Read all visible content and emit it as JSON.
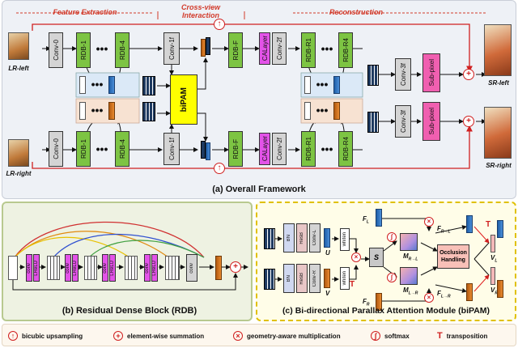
{
  "panel_a": {
    "stage_feature": "Feature Extraction",
    "stage_cross": "Cross-view Interaction",
    "stage_recon": "Reconstruction",
    "caption": "(a) Overall Framework",
    "lr_left": "LR-left",
    "lr_right": "LR-right",
    "sr_left": "SR-left",
    "sr_right": "SR-right",
    "conv0": "Conv-0",
    "rdb1": "RDB-1",
    "rdb4": "RDB-4",
    "conv1f": "Conv-1f",
    "bipam": "biPAM",
    "rdbf": "RDB-F",
    "calayer": "CALayer",
    "conv2f": "Conv-2f",
    "rdbr1": "RDB-R1",
    "rdbr4": "RDB-R4",
    "conv3f": "Conv-3f",
    "subpixel": "Sub-pixel"
  },
  "panel_b": {
    "caption": "(b) Residual Dense Block (RDB)",
    "conv": "conv",
    "lrelu": "LReLU"
  },
  "panel_c": {
    "caption": "(c) Bi-directional Parallax Attention Module (biPAM)",
    "bn": "BN",
    "resb": "ResB",
    "convl": "Conv-L",
    "convr": "Conv-R",
    "whiten": "whiten",
    "u": "U",
    "v": "V",
    "s": "S",
    "fl": "F",
    "fl_sub": "L",
    "fr": "F",
    "fr_sub": "R",
    "mrl": "M",
    "mrl_sub": "R→L",
    "mlr": "M",
    "mlr_sub": "L→R",
    "occlusion": "Occlusion Handling",
    "frl": "F",
    "frl_sub": "R→L",
    "flr": "F",
    "flr_sub": "L→R",
    "vl": "V",
    "vl_sub": "L",
    "vr": "V",
    "vr_sub": "R",
    "t": "T"
  },
  "legend": {
    "upsampling": "bicubic upsampling",
    "summation": "element-wise summation",
    "geometry": "geometry-aware multiplication",
    "softmax": "softmax",
    "transposition": "transposition"
  },
  "colors": {
    "rdb_green": "#7dc443",
    "calayer_pink": "#f05fb0",
    "bipam_yellow": "#ffff00",
    "accent_red": "#d02020",
    "feature_blue": "#2a6bb8",
    "feature_orange": "#d8781e"
  }
}
